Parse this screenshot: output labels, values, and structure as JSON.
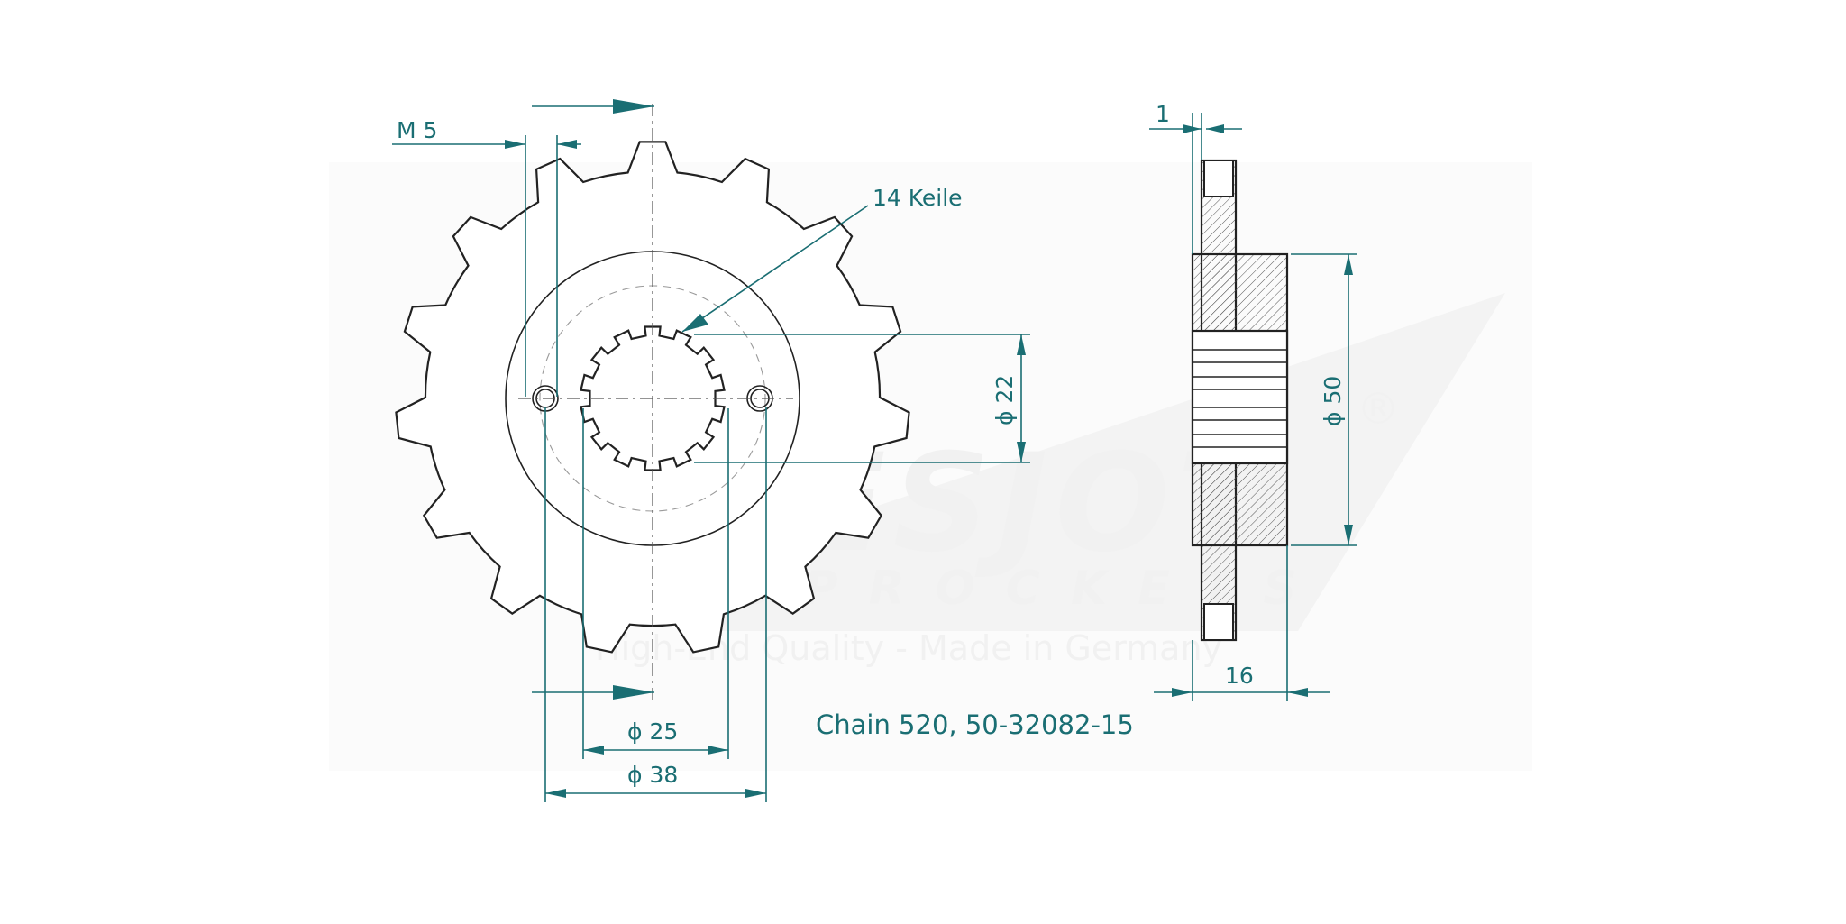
{
  "drawing": {
    "teeth_count": 15,
    "spline_count": 14,
    "labels": {
      "m5": "M 5",
      "keile": "14 Keile",
      "d22": "ϕ 22",
      "d50": "ϕ 50",
      "d25": "ϕ 25",
      "d38": "ϕ 38",
      "w1": "1",
      "w16": "16"
    },
    "caption": "Chain 520, 50-32082-15",
    "watermark": {
      "brand": "ESJOT",
      "sub": "SPROCKETS",
      "tagline": "High-End Quality - Made in Germany",
      "reg": "®"
    }
  },
  "colors": {
    "dimension": "#1a6e73",
    "outline": "#222222",
    "watermark": "#f1f1f1"
  }
}
